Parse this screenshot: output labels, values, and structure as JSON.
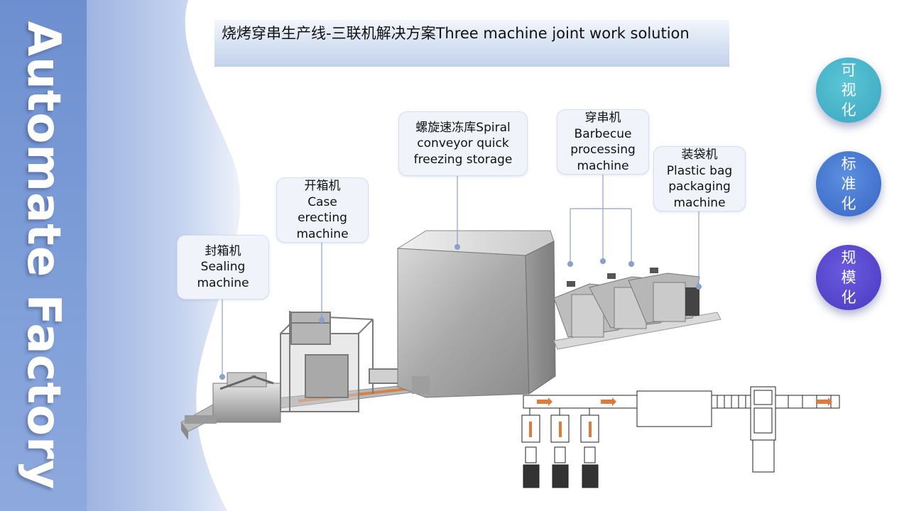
{
  "sidebar": {
    "vertical_title": "Automate Factory"
  },
  "header": {
    "title": "烧烤穿串生产线-三联机解决方案Three machine joint work solution"
  },
  "callouts": [
    {
      "id": "sealing",
      "lines": [
        "封箱机",
        "Sealing",
        "machine"
      ]
    },
    {
      "id": "case",
      "lines": [
        "开箱机",
        "Case",
        "erecting",
        "machine"
      ]
    },
    {
      "id": "spiral",
      "lines": [
        "螺旋速冻库Spiral",
        "conveyor quick",
        "freezing storage"
      ]
    },
    {
      "id": "barbecue",
      "lines": [
        "穿串机",
        "Barbecue",
        "processing",
        "machine"
      ]
    },
    {
      "id": "bag",
      "lines": [
        "装袋机",
        "Plastic bag",
        "packaging",
        "machine"
      ]
    }
  ],
  "badges": [
    {
      "lines": [
        "可",
        "视",
        "化"
      ],
      "color": "#3aa6c0"
    },
    {
      "lines": [
        "标",
        "准",
        "化"
      ],
      "color": "#3866c4"
    },
    {
      "lines": [
        "规",
        "模",
        "化"
      ],
      "color": "#4a3ac0"
    }
  ],
  "colors": {
    "sidebar": "#7d9dd8",
    "arrow": "#e07a3c",
    "leader": "#8aa2c8"
  }
}
